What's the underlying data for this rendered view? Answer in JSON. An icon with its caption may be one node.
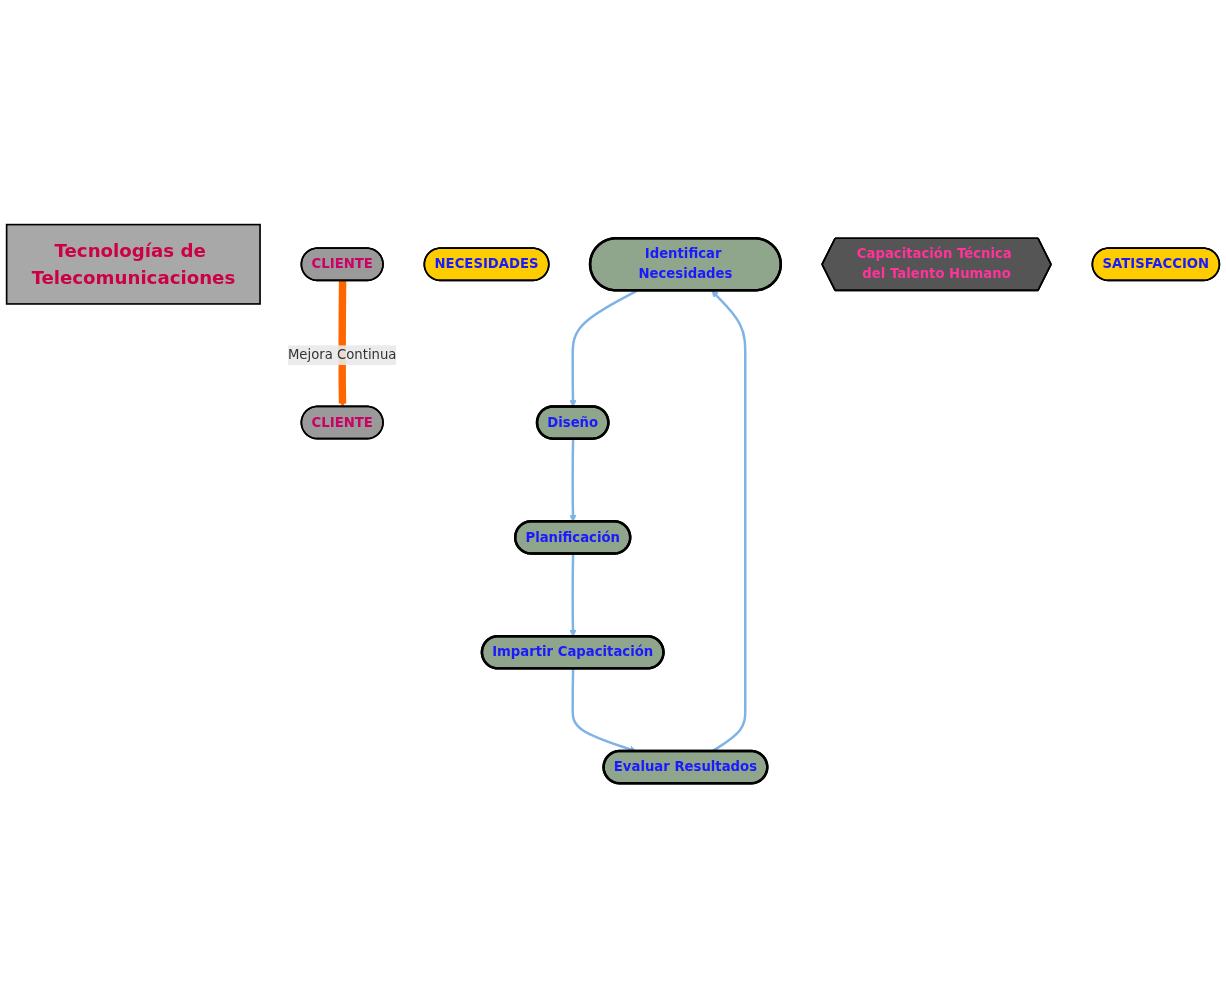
{
  "diagram": {
    "nodes": [
      {
        "text": [
          "Tecnologías de Telecomunicaciones"
        ]
      },
      {
        "text": [
          "CLIENTE"
        ]
      },
      {
        "text": [
          "NECESIDADES"
        ]
      },
      {
        "text": [
          "Identificar Necesidades"
        ]
      },
      {
        "text": [
          "Evaluar Resultados"
        ]
      },
      {
        "text": [
          "Diseño"
        ]
      },
      {
        "text": [
          "Capacitación Técnica del Talento Humano"
        ]
      },
      {
        "text": [
          "Impartir Capacitación"
        ]
      },
      {
        "text": [
          "Planificación"
        ]
      },
      {
        "text": [
          "SATISFACCION"
        ]
      },
      {
        "text": [
          "CLIENTE"
        ]
      }
    ],
    "edges": [
      {
        "from": 3,
        "to": 5,
        "arrow": "to"
      },
      {
        "from": 5,
        "to": 8,
        "arrow": "to"
      },
      {
        "from": 8,
        "to": 7,
        "arrow": "to"
      },
      {
        "from": 7,
        "to": 4,
        "arrow": "to"
      },
      {
        "from": 4,
        "to": 3,
        "arrow": "to"
      },
      {
        "from": 1,
        "to": 10,
        "arrow": "to",
        "label": "Mejora Continua",
        "style": "thick",
        "color": "#ff6600"
      }
    ]
  }
}
